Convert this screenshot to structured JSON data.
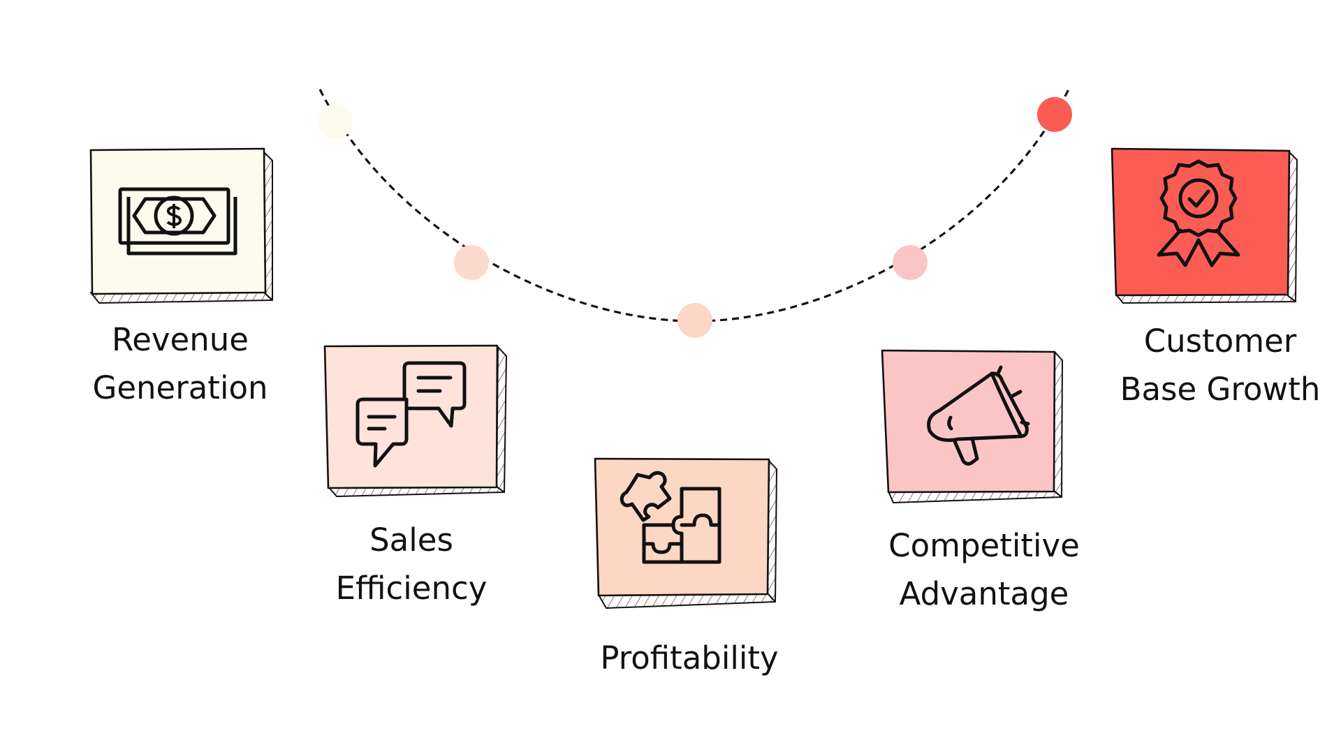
{
  "colors": {
    "cream": "#fcfbed",
    "light_peach": "#fde3da",
    "peach": "#fbd7c4",
    "pink": "#fcc5c5",
    "coral": "#fb5d54",
    "ink": "#111111",
    "hatch": "#b8918a"
  },
  "arc": {
    "style": "dashed",
    "color": "#111111"
  },
  "items": [
    {
      "id": "revenue",
      "label_lines": [
        "Revenue",
        "Generation"
      ],
      "icon": "money-bill-icon",
      "color": "#fcfbed",
      "dot_color": "#fcfbed"
    },
    {
      "id": "sales",
      "label_lines": [
        "Sales",
        "Efficiency"
      ],
      "icon": "chat-bubbles-icon",
      "color": "#fde3da",
      "dot_color": "#fbdacd"
    },
    {
      "id": "profit",
      "label_lines": [
        "Profitability"
      ],
      "icon": "puzzle-icon",
      "color": "#fbd7c4",
      "dot_color": "#fbd7c4"
    },
    {
      "id": "competitive",
      "label_lines": [
        "Competitive",
        "Advantage"
      ],
      "icon": "megaphone-icon",
      "color": "#fcc5c5",
      "dot_color": "#fcc5c5"
    },
    {
      "id": "customer",
      "label_lines": [
        "Customer",
        "Base Growth"
      ],
      "icon": "award-ribbon-icon",
      "color": "#fb5d54",
      "dot_color": "#fb5d54"
    }
  ]
}
